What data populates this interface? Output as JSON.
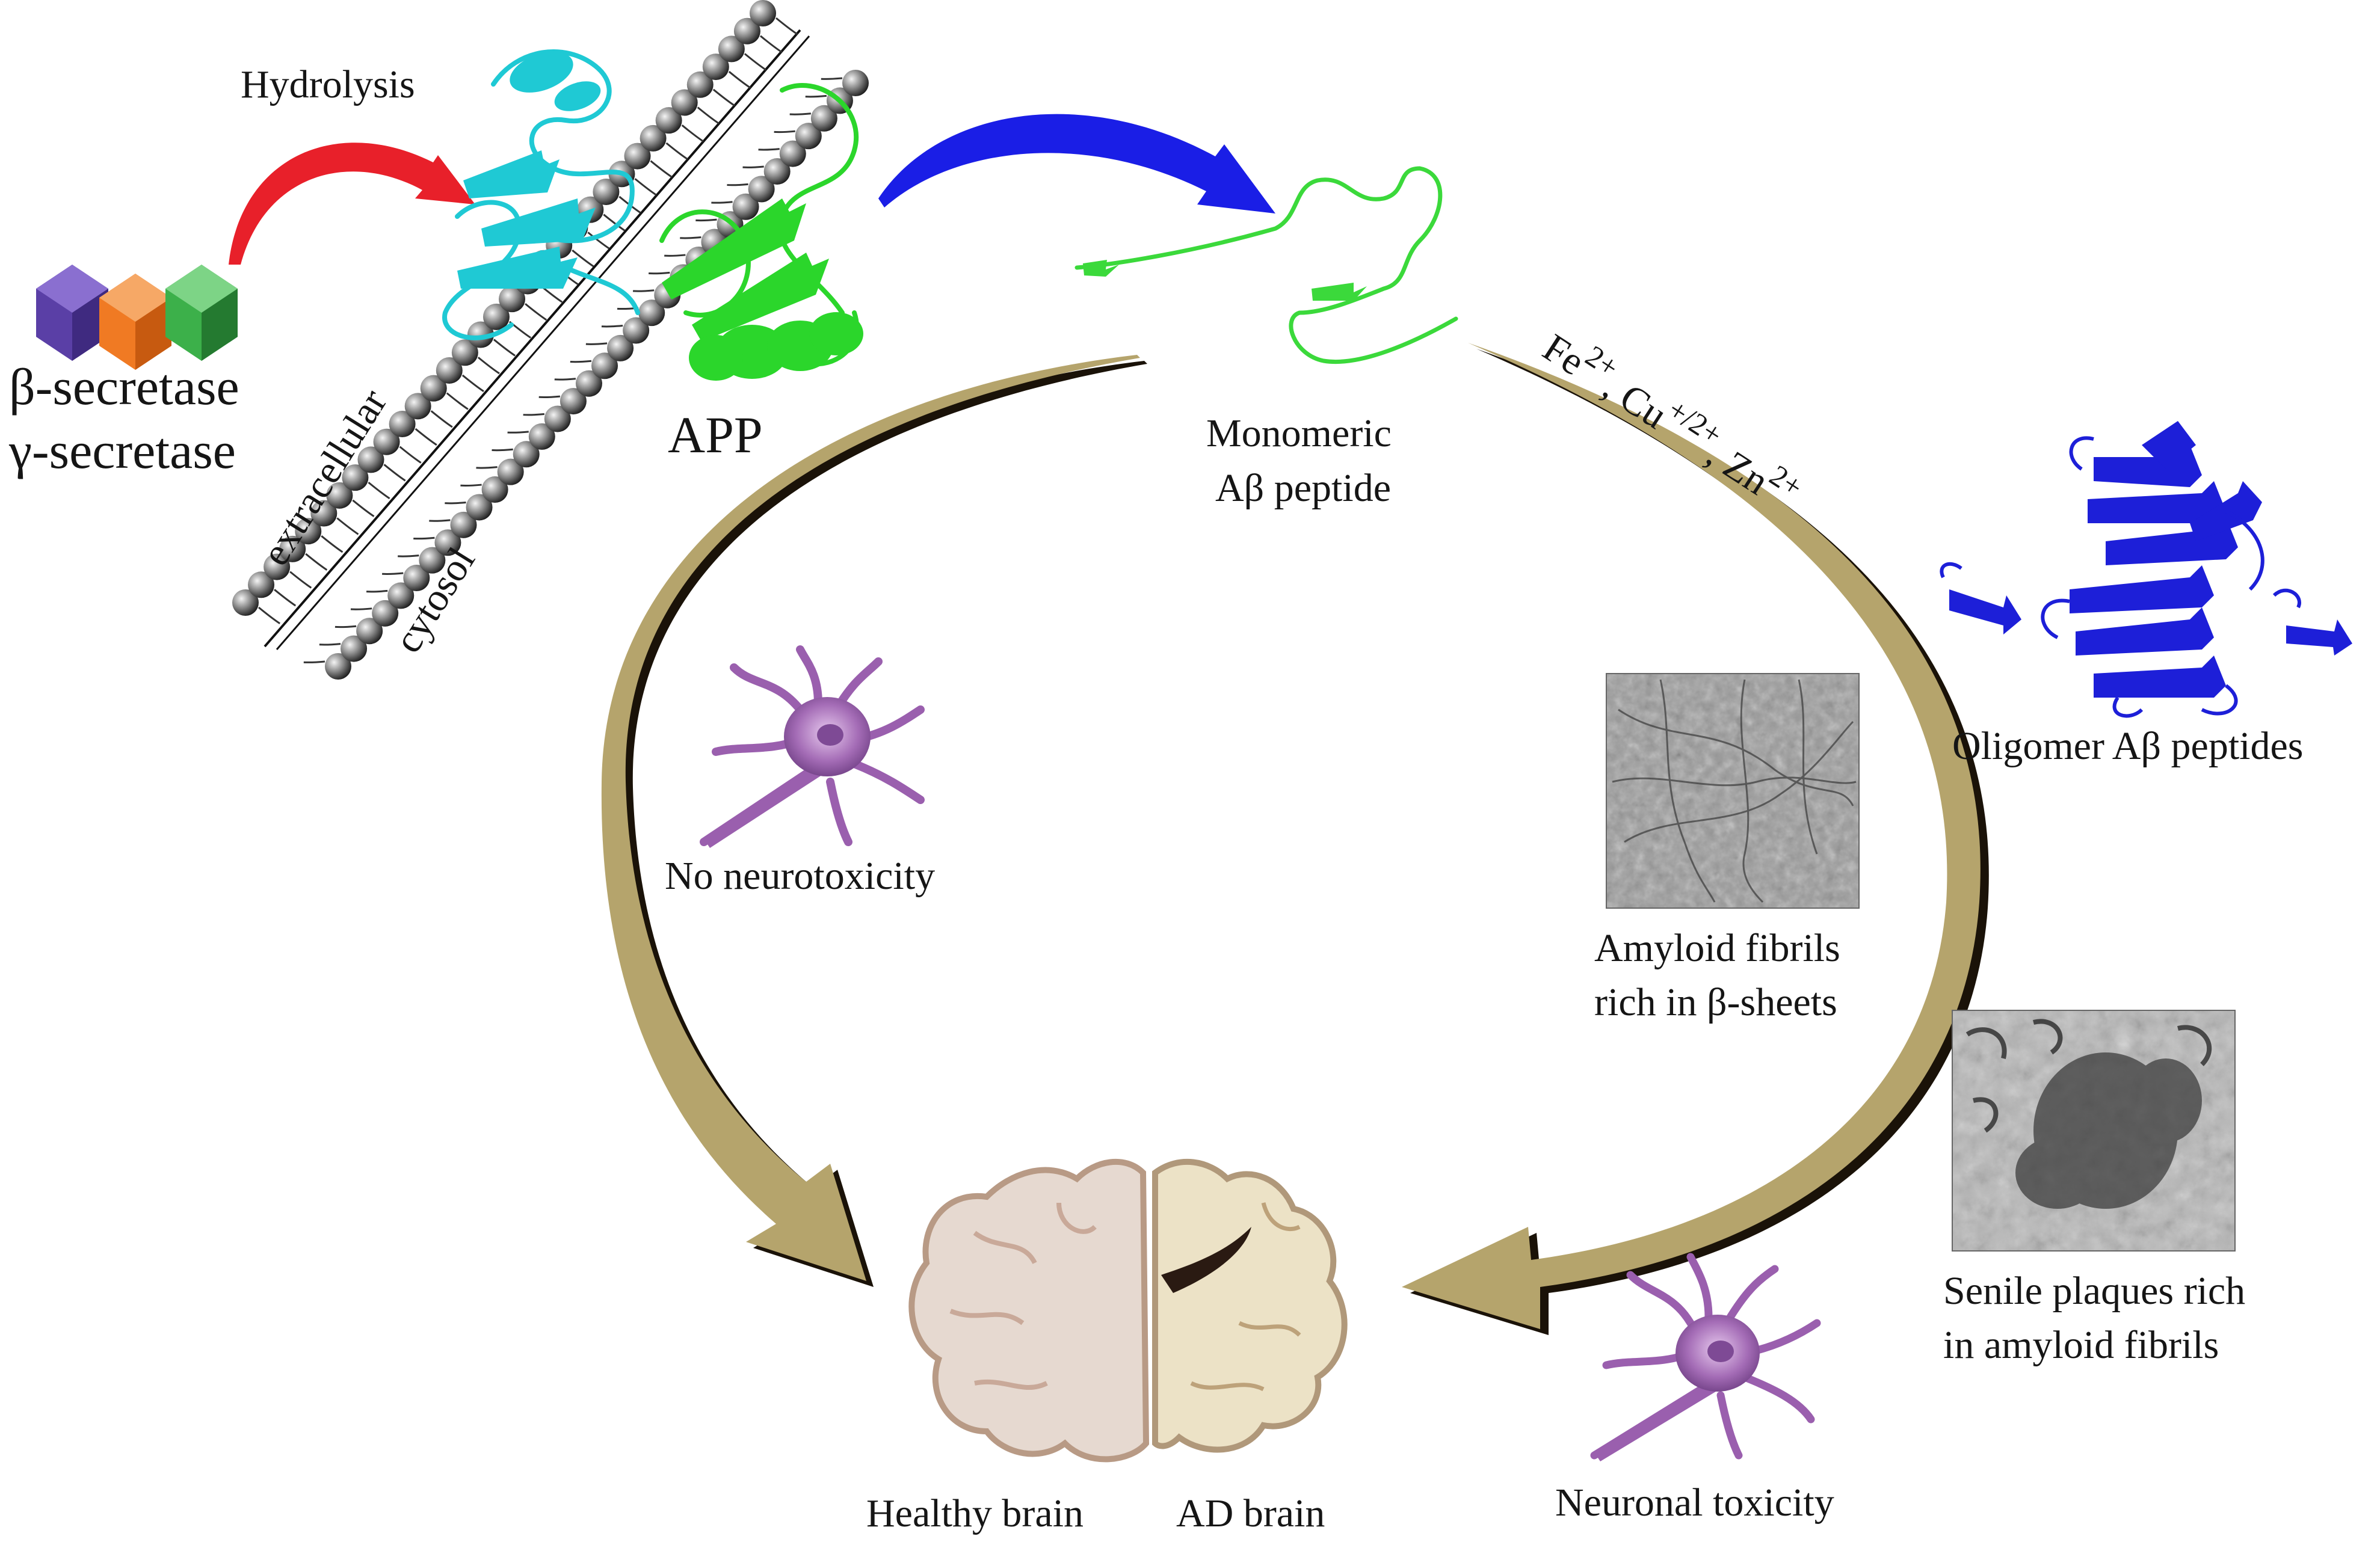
{
  "labels": {
    "hydrolysis": "Hydrolysis",
    "beta_secretase": "β-secretase",
    "gamma_secretase": "γ-secretase",
    "extracellular": "extracellular",
    "cytosol": "cytosol",
    "app": "APP",
    "monomeric_line1": "Monomeric",
    "monomeric_line2": "Aβ peptide",
    "metal_fe": "Fe",
    "metal_fe_sup": "2+",
    "metal_cu": ", Cu",
    "metal_cu_sup": "+/2+",
    "metal_zn": ", Zn",
    "metal_zn_sup": "2+",
    "oligomer": "Oligomer Aβ peptides",
    "no_neurotoxicity": "No neurotoxicity",
    "fibrils_line1": "Amyloid fibrils",
    "fibrils_line2": "rich in β-sheets",
    "plaques_line1": "Senile plaques rich",
    "plaques_line2": "in amyloid fibrils",
    "neuronal_toxicity": "Neuronal toxicity",
    "healthy_brain": "Healthy brain",
    "ad_brain": "AD brain"
  },
  "colors": {
    "hydrolysis_arrow": "#e8202a",
    "cleavage_arrow": "#1a1ee6",
    "pathway_arrow": "#b5a46c",
    "pathway_arrow_shadow": "#1a1208",
    "app_cyan": "#1fc9d4",
    "app_green": "#2bd62b",
    "abeta_green": "#3bd93b",
    "oligomer_blue": "#1d1fd8",
    "secretase_purple": "#5a3fa6",
    "secretase_orange": "#f07a23",
    "secretase_green": "#3cb04a",
    "neuron_purple": "#9a5fae"
  }
}
